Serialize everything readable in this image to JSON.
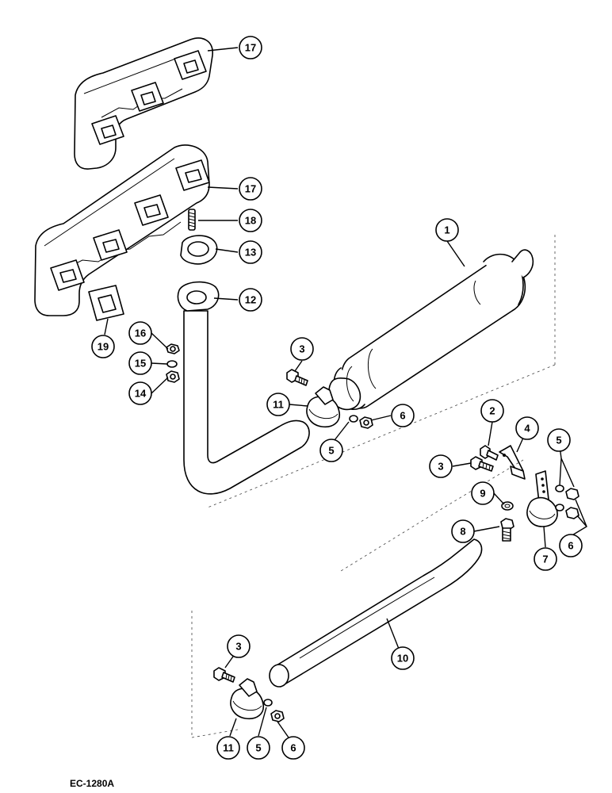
{
  "figure_code": "EC-1280A",
  "callouts": [
    {
      "id": "c17a",
      "label": "17"
    },
    {
      "id": "c17b",
      "label": "17"
    },
    {
      "id": "c18",
      "label": "18"
    },
    {
      "id": "c13",
      "label": "13"
    },
    {
      "id": "c1",
      "label": "1"
    },
    {
      "id": "c12",
      "label": "12"
    },
    {
      "id": "c19",
      "label": "19"
    },
    {
      "id": "c16",
      "label": "16"
    },
    {
      "id": "c15",
      "label": "15"
    },
    {
      "id": "c14",
      "label": "14"
    },
    {
      "id": "c3a",
      "label": "3"
    },
    {
      "id": "c11a",
      "label": "11"
    },
    {
      "id": "c6a",
      "label": "6"
    },
    {
      "id": "c5a",
      "label": "5"
    },
    {
      "id": "c2",
      "label": "2"
    },
    {
      "id": "c4",
      "label": "4"
    },
    {
      "id": "c3b",
      "label": "3"
    },
    {
      "id": "c5b",
      "label": "5"
    },
    {
      "id": "c9",
      "label": "9"
    },
    {
      "id": "c8",
      "label": "8"
    },
    {
      "id": "c6b",
      "label": "6"
    },
    {
      "id": "c7",
      "label": "7"
    },
    {
      "id": "c10",
      "label": "10"
    },
    {
      "id": "c3c",
      "label": "3"
    },
    {
      "id": "c11b",
      "label": "11"
    },
    {
      "id": "c5c",
      "label": "5"
    },
    {
      "id": "c6c",
      "label": "6"
    }
  ]
}
